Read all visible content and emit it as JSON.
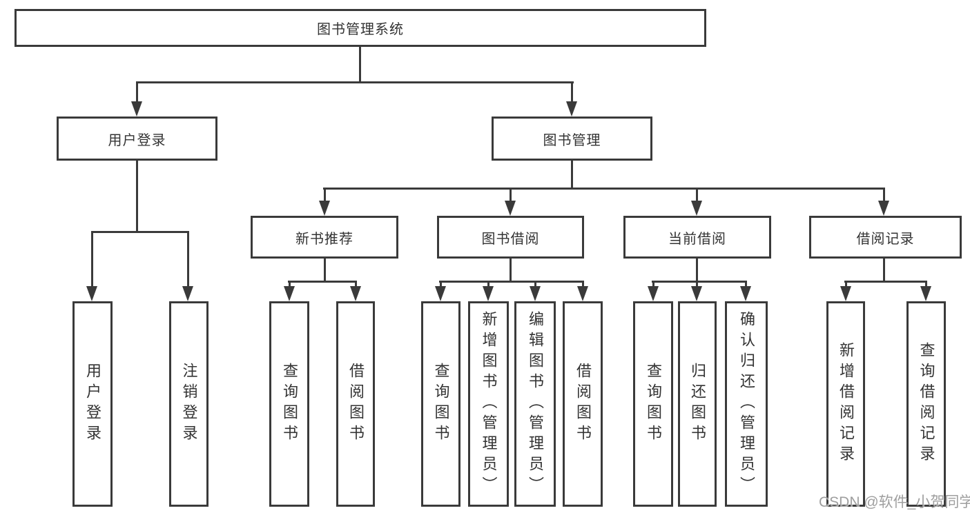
{
  "tree": {
    "label": "图书管理系统",
    "children": [
      {
        "label": "用户登录",
        "children": [
          {
            "label": "用户登录"
          },
          {
            "label": "注销登录"
          }
        ]
      },
      {
        "label": "图书管理",
        "children": [
          {
            "label": "新书推荐",
            "children": [
              {
                "label": "查询图书"
              },
              {
                "label": "借阅图书"
              }
            ]
          },
          {
            "label": "图书借阅",
            "children": [
              {
                "label": "查询图书"
              },
              {
                "label": "新增图书（管理员）"
              },
              {
                "label": "编辑图书（管理员）"
              },
              {
                "label": "借阅图书"
              }
            ]
          },
          {
            "label": "当前借阅",
            "children": [
              {
                "label": "查询图书"
              },
              {
                "label": "归还图书"
              },
              {
                "label": "确认归还（管理员）"
              }
            ]
          },
          {
            "label": "借阅记录",
            "children": [
              {
                "label": "新增借阅记录"
              },
              {
                "label": "查询借阅记录"
              }
            ]
          }
        ]
      }
    ]
  },
  "watermark": {
    "text": "CSDN @软件_小贺同学"
  },
  "colors": {
    "line": "#3a3a3a",
    "text": "#333333",
    "watermark": "#9e9e9e",
    "bg": "#ffffff"
  }
}
